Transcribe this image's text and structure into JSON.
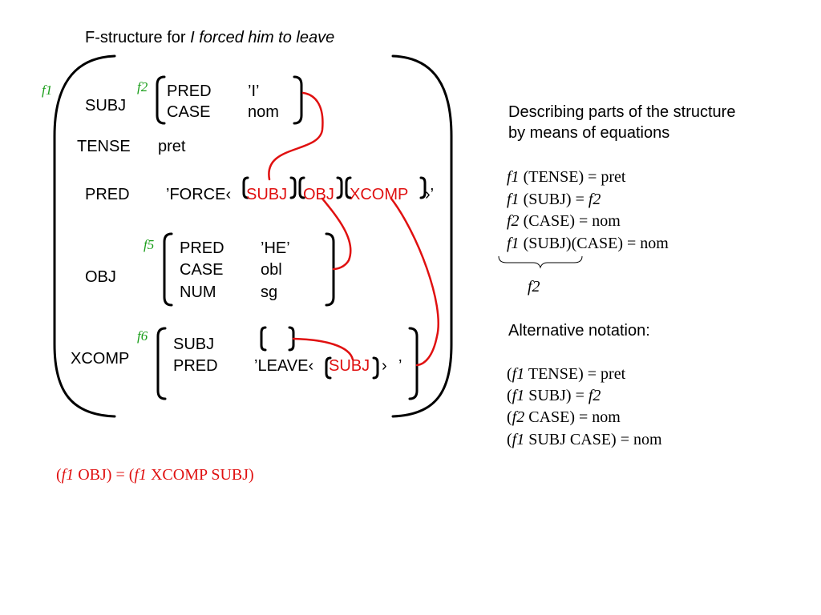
{
  "title": {
    "prefix": "F-structure for ",
    "italic": "I forced him to leave"
  },
  "labels": {
    "f1": "f1",
    "f2": "f2",
    "f5": "f5",
    "f6": "f6"
  },
  "fs": {
    "subj_attr": "SUBJ",
    "subj": {
      "pred_attr": "PRED",
      "pred_val": "’I’",
      "case_attr": "CASE",
      "case_val": "nom"
    },
    "tense_attr": "TENSE",
    "tense_val": "pret",
    "pred_attr": "PRED",
    "pred_pre": "’FORCE‹",
    "args": {
      "subj": "SUBJ",
      "obj": "OBJ",
      "xcomp": "XCOMP"
    },
    "pred_post": "›’",
    "obj_attr": "OBJ",
    "obj": {
      "pred_attr": "PRED",
      "pred_val": "’HE’",
      "case_attr": "CASE",
      "case_val": "obl",
      "num_attr": "NUM",
      "num_val": "sg"
    },
    "xcomp_attr": "XCOMP",
    "xcomp": {
      "subj_attr": "SUBJ",
      "pred_attr": "PRED",
      "pred_pre": "’LEAVE‹",
      "arg_subj": "SUBJ",
      "pred_post": "›",
      "pred_quote": "’"
    }
  },
  "right": {
    "desc_line1": "Describing parts of the structure",
    "desc_line2": "by means of equations",
    "equations": [
      {
        "fvar": "f1",
        "rest": " (TENSE) = pret",
        "tail_var": ""
      },
      {
        "fvar": "f1",
        "rest": " (SUBJ) = ",
        "tail_var": "f2"
      },
      {
        "fvar": "f2",
        "rest": " (CASE) = nom",
        "tail_var": ""
      },
      {
        "fvar": "f1",
        "rest": " (SUBJ)(CASE) = nom",
        "tail_var": ""
      }
    ],
    "brace_label": "f2",
    "alt_heading": "Alternative notation:",
    "alt": [
      {
        "fvar": "f1",
        "rest": " TENSE) = pret",
        "tail_var": ""
      },
      {
        "fvar": "f1",
        "rest": " SUBJ) = ",
        "tail_var": "f2"
      },
      {
        "fvar": "f2",
        "rest": " CASE) = nom",
        "tail_var": ""
      },
      {
        "fvar": "f1",
        "rest": " SUBJ CASE) = nom",
        "tail_var": ""
      }
    ]
  },
  "bottom_eq": {
    "p1": "(",
    "v1": "f1",
    "p2": " OBJ) = (",
    "v2": "f1",
    "p3": " XCOMP SUBJ)"
  },
  "colors": {
    "link": "#e01010",
    "label": "#1a9e1a",
    "text": "#000000"
  }
}
